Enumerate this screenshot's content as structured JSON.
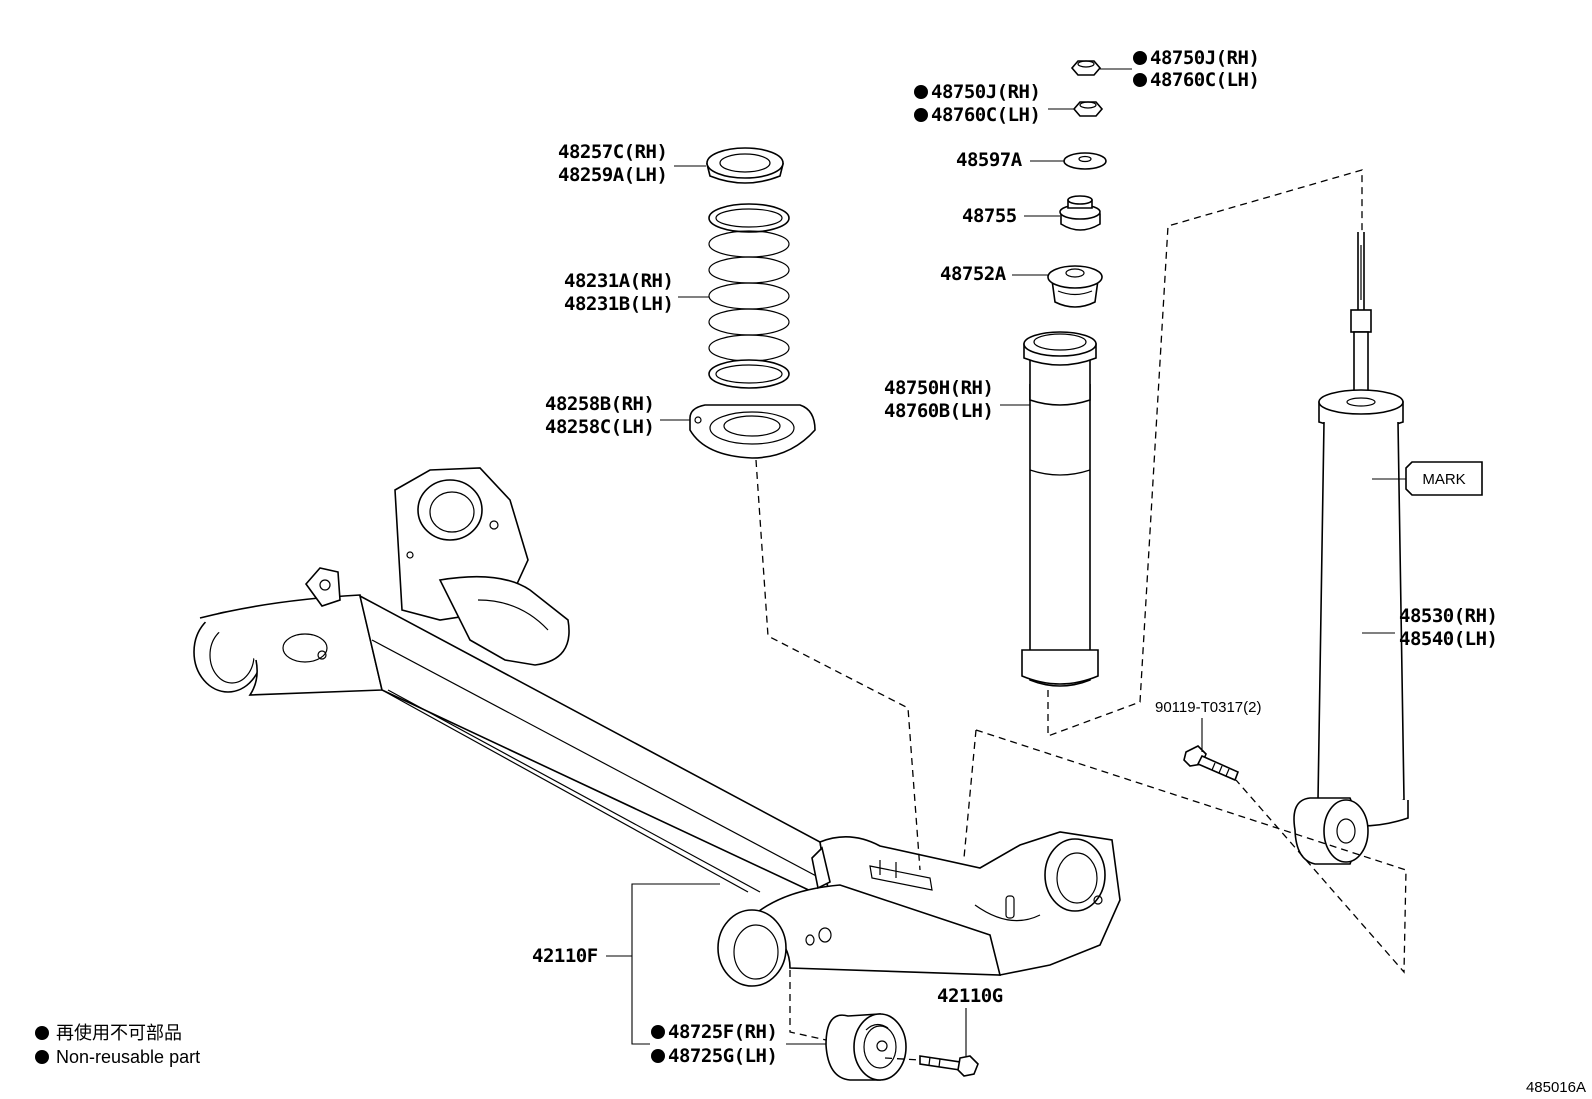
{
  "drawing_id": "485016A",
  "labels": {
    "nut_top": [
      "48750J(RH)",
      "48760C(LH)"
    ],
    "nut_second": [
      "48750J(RH)",
      "48760C(LH)"
    ],
    "washer": "48597A",
    "cushion": "48755",
    "bound_stopper": "48752A",
    "boot": [
      "48750H(RH)",
      "48760B(LH)"
    ],
    "upper_insulator": [
      "48257C(RH)",
      "48259A(LH)"
    ],
    "coil_spring": [
      "48231A(RH)",
      "48231B(LH)"
    ],
    "lower_insulator": [
      "48258B(RH)",
      "48258C(LH)"
    ],
    "shock_absorber": [
      "48530(RH)",
      "48540(LH)"
    ],
    "mark": "MARK",
    "bolt": "90119-T0317(2)",
    "axle_beam": "42110F",
    "bushing": [
      "48725F(RH)",
      "48725G(LH)"
    ],
    "bushing_bolt": "42110G"
  },
  "legend": {
    "jp": "再使用不可部品",
    "en": "Non-reusable part"
  }
}
